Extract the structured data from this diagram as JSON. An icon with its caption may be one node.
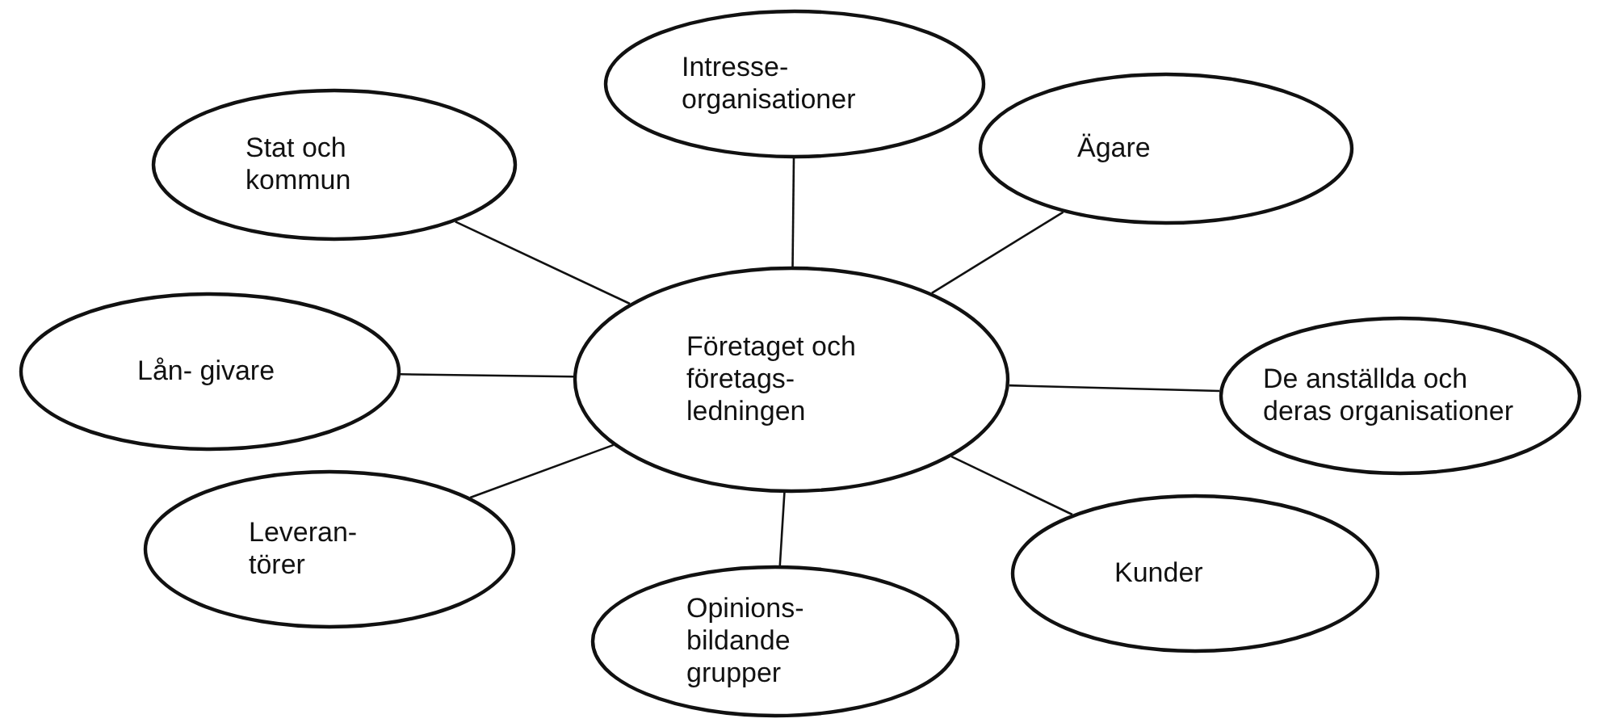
{
  "diagram": {
    "nodes": [
      {
        "text": [
          "Intresse- organisationer"
        ]
      },
      {
        "text": [
          "Stat och kommun"
        ]
      },
      {
        "text": [
          "Ägare"
        ]
      },
      {
        "text": [
          "Lån- givare"
        ]
      },
      {
        "text": [
          "Företaget och företags- ledningen"
        ]
      },
      {
        "text": [
          "De anställda och deras organisationer"
        ]
      },
      {
        "text": [
          "Leveran- törer"
        ]
      },
      {
        "text": [
          "Kunder"
        ]
      },
      {
        "text": [
          "Opinions- bildande grupper"
        ]
      }
    ],
    "edges": [
      {
        "from": 4,
        "to": 0,
        "arrow": "none"
      },
      {
        "from": 4,
        "to": 1,
        "arrow": "none"
      },
      {
        "from": 4,
        "to": 2,
        "arrow": "none"
      },
      {
        "from": 4,
        "to": 3,
        "arrow": "none"
      },
      {
        "from": 4,
        "to": 5,
        "arrow": "none"
      },
      {
        "from": 4,
        "to": 6,
        "arrow": "none"
      },
      {
        "from": 4,
        "to": 7,
        "arrow": "none"
      },
      {
        "from": 4,
        "to": 8,
        "arrow": "none"
      }
    ]
  }
}
